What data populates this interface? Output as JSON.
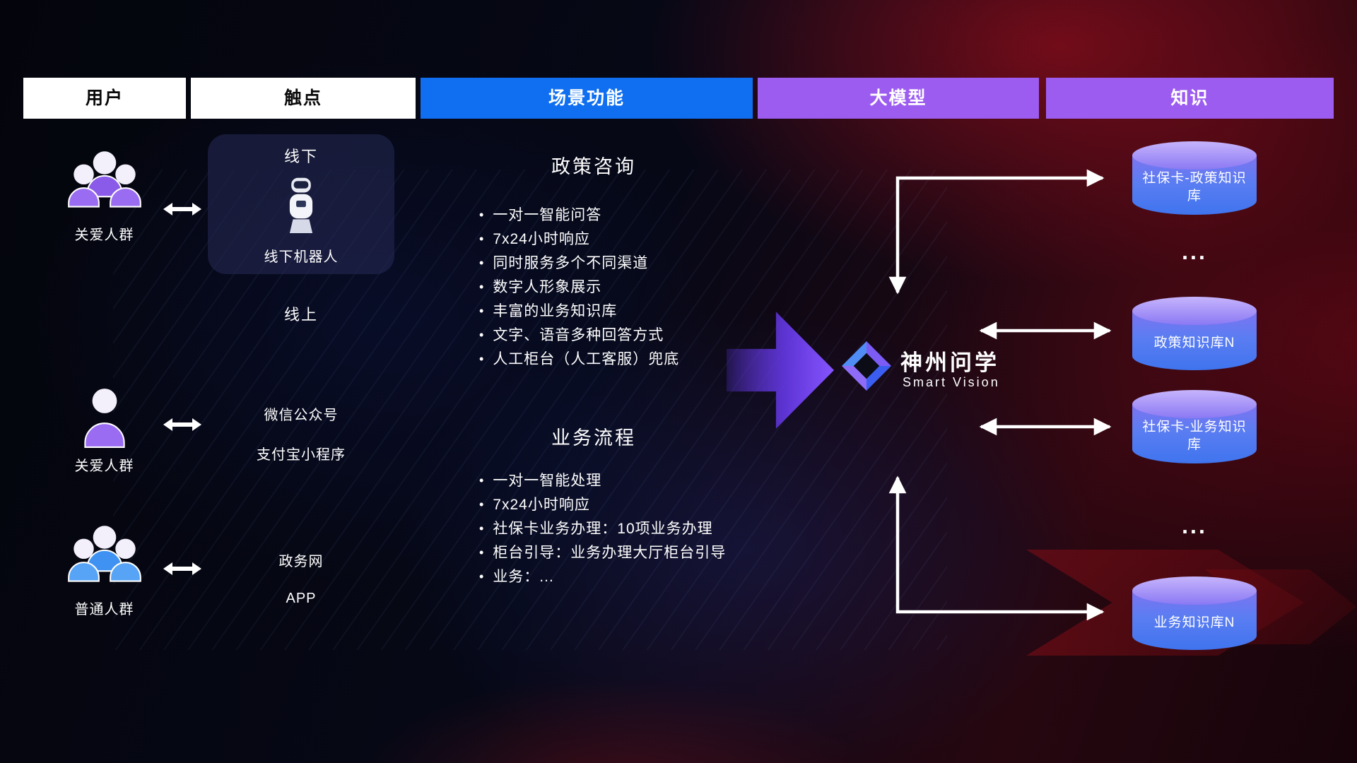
{
  "header": {
    "columns": [
      {
        "label": "用户"
      },
      {
        "label": "触点"
      },
      {
        "label": "场景功能"
      },
      {
        "label": "大模型"
      },
      {
        "label": "知识"
      }
    ]
  },
  "users": [
    {
      "label": "关爱人群",
      "icon": "people-group-purple-icon"
    },
    {
      "label": "关爱人群",
      "icon": "person-purple-icon"
    },
    {
      "label": "普通人群",
      "icon": "people-group-blue-icon"
    }
  ],
  "touchpoints": {
    "offline": {
      "title": "线下",
      "device": "线下机器人",
      "icon": "robot-icon"
    },
    "online_title": "线上",
    "channels": [
      "微信公众号",
      "支付宝小程序",
      "政务网",
      "APP"
    ]
  },
  "functions": {
    "sections": [
      {
        "title": "政策咨询",
        "items": [
          "一对一智能问答",
          "7x24小时响应",
          "同时服务多个不同渠道",
          "数字人形象展示",
          "丰富的业务知识库",
          "文字、语音多种回答方式",
          "人工柜台（人工客服）兜底"
        ]
      },
      {
        "title": "业务流程",
        "items": [
          "一对一智能处理",
          "7x24小时响应",
          "社保卡业务办理：10项业务办理",
          "柜台引导：业务办理大厅柜台引导",
          "业务：..."
        ]
      }
    ]
  },
  "model": {
    "name": "神州问学",
    "subtitle": "Smart Vision",
    "icon": "diamond-logo-icon"
  },
  "knowledge": {
    "databases": [
      {
        "label": "社保卡-政策知识库"
      },
      {
        "label": "政策知识库N"
      },
      {
        "label": "社保卡-业务知识库"
      },
      {
        "label": "业务知识库N"
      }
    ],
    "ellipsis": "..."
  },
  "colors": {
    "header_blue": "#0f6ff0",
    "header_purple": "#9d5cf0",
    "db_top": "#a48df8",
    "db_body": "#4a79f0",
    "user_purple": "#9a6cf2",
    "user_blue": "#57a3f6",
    "flow_arrow_purple": "#8655ff",
    "connector_white": "#ffffff"
  }
}
